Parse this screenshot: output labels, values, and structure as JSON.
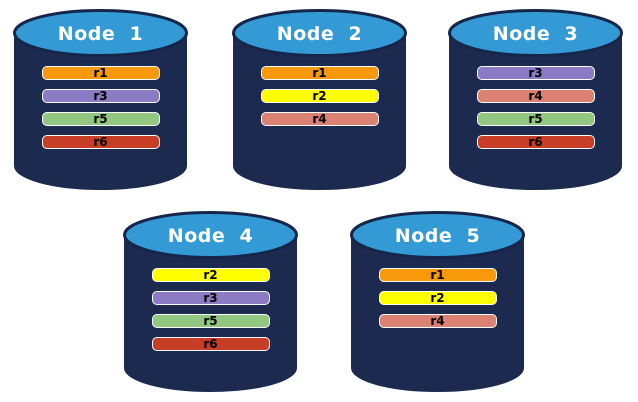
{
  "colors": {
    "background": "#FFFFFF",
    "cylinder_body": "#1B2A4E",
    "cylinder_top": "#339AD6",
    "cylinder_top_stroke": "#16264A",
    "bar_border": "#FFFFFF",
    "bar_text": "#000000",
    "title_text": "#FFFFFF",
    "replica_orange": "#F8980B",
    "replica_yellow": "#FFFF00",
    "replica_purple": "#8A7BC4",
    "replica_salmon": "#DB8173",
    "replica_green": "#92C781",
    "replica_red": "#C83D26"
  },
  "nodes": [
    {
      "title": "Node  1",
      "bars": [
        {
          "label": "r1",
          "color": "#F8980B"
        },
        {
          "label": "r3",
          "color": "#8A7BC4"
        },
        {
          "label": "r5",
          "color": "#92C781"
        },
        {
          "label": "r6",
          "color": "#C83D26"
        }
      ]
    },
    {
      "title": "Node  2",
      "bars": [
        {
          "label": "r1",
          "color": "#F8980B"
        },
        {
          "label": "r2",
          "color": "#FFFF00"
        },
        {
          "label": "r4",
          "color": "#DB8173"
        }
      ]
    },
    {
      "title": "Node  3",
      "bars": [
        {
          "label": "r3",
          "color": "#8A7BC4"
        },
        {
          "label": "r4",
          "color": "#DB8173"
        },
        {
          "label": "r5",
          "color": "#92C781"
        },
        {
          "label": "r6",
          "color": "#C83D26"
        }
      ]
    },
    {
      "title": "Node  4",
      "bars": [
        {
          "label": "r2",
          "color": "#FFFF00"
        },
        {
          "label": "r3",
          "color": "#8A7BC4"
        },
        {
          "label": "r5",
          "color": "#92C781"
        },
        {
          "label": "r6",
          "color": "#C83D26"
        }
      ]
    },
    {
      "title": "Node  5",
      "bars": [
        {
          "label": "r1",
          "color": "#F8980B"
        },
        {
          "label": "r2",
          "color": "#FFFF00"
        },
        {
          "label": "r4",
          "color": "#DB8173"
        }
      ]
    }
  ]
}
